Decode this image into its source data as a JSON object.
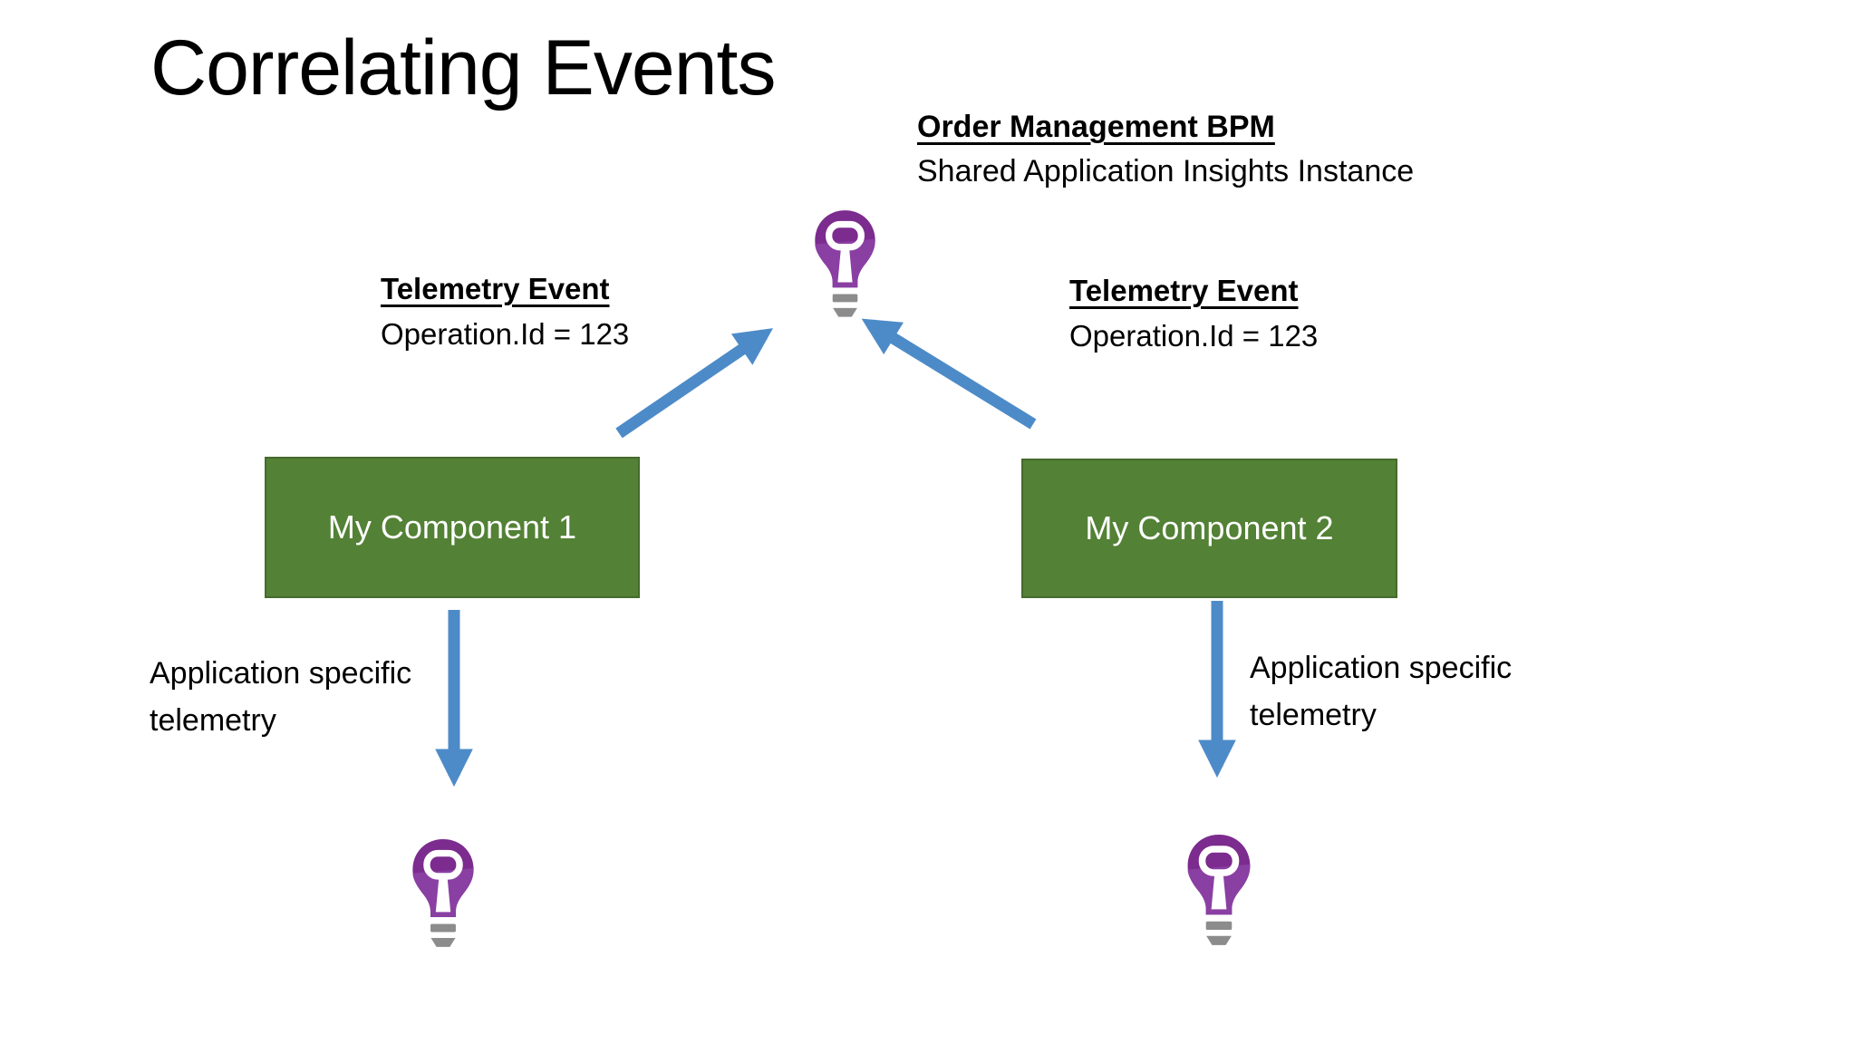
{
  "slide": {
    "title": "Correlating Events"
  },
  "shared_instance": {
    "heading": "Order Management BPM",
    "subheading": "Shared Application Insights Instance"
  },
  "components": [
    {
      "label": "My Component 1"
    },
    {
      "label": "My Component 2"
    }
  ],
  "telemetry_events": [
    {
      "heading": "Telemetry Event",
      "detail": "Operation.Id = 123"
    },
    {
      "heading": "Telemetry Event",
      "detail": "Operation.Id = 123"
    }
  ],
  "app_telemetry": [
    {
      "line1": "Application specific",
      "line2": "telemetry"
    },
    {
      "line1": "Application specific",
      "line2": "telemetry"
    }
  ],
  "icons": {
    "app_insights": "application-insights-lightbulb-icon"
  },
  "colors": {
    "background": "#ffffff",
    "text": "#000000",
    "component_fill": "#538135",
    "component_border": "#466b2c",
    "arrow": "#4d8bc8",
    "bulb_dark": "#7c2b8e",
    "bulb_light": "#8a3fa3",
    "bulb_base": "#8c8c8c"
  }
}
